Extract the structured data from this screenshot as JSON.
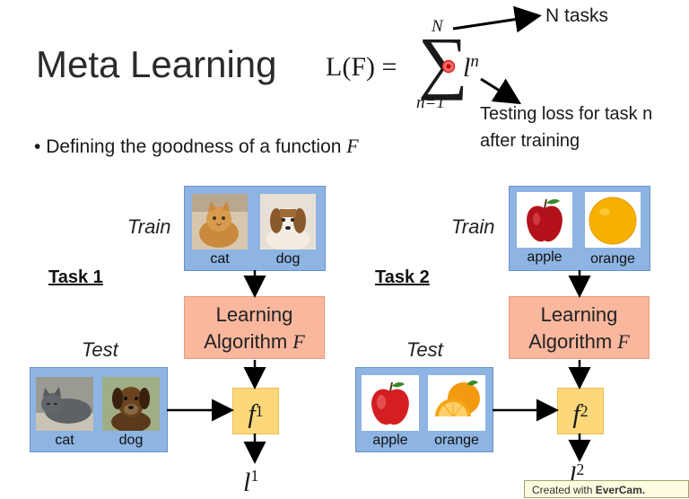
{
  "slide": {
    "title": "Meta Learning",
    "formula": {
      "lhs": "L(F) =",
      "sigma": "∑",
      "upper": "N",
      "lower": "n=1",
      "term_base": "l",
      "term_sup": "n"
    },
    "annotations": {
      "n_tasks": "N tasks",
      "testing_loss_line1": "Testing loss for task n",
      "testing_loss_line2": "after training"
    },
    "bullet": {
      "marker": "•",
      "text": "Defining the goodness of a function",
      "symbol": "F"
    }
  },
  "task1": {
    "label": "Task 1",
    "train_label": "Train",
    "test_label": "Test",
    "train_images": [
      {
        "caption": "cat",
        "icon": "cat-photo"
      },
      {
        "caption": "dog",
        "icon": "dog-photo"
      }
    ],
    "test_images": [
      {
        "caption": "cat",
        "icon": "cat-photo"
      },
      {
        "caption": "dog",
        "icon": "dog-photo"
      }
    ],
    "algorithm_line1": "Learning",
    "algorithm_line2": "Algorithm",
    "algorithm_symbol": "F",
    "function_base": "f",
    "function_sup": "1",
    "loss_base": "l",
    "loss_sup": "1"
  },
  "task2": {
    "label": "Task 2",
    "train_label": "Train",
    "test_label": "Test",
    "train_images": [
      {
        "caption": "apple",
        "icon": "apple-photo"
      },
      {
        "caption": "orange",
        "icon": "orange-photo"
      }
    ],
    "test_images": [
      {
        "caption": "apple",
        "icon": "apple-photo"
      },
      {
        "caption": "orange",
        "icon": "orange-slices-photo"
      }
    ],
    "algorithm_line1": "Learning",
    "algorithm_line2": "Algorithm",
    "algorithm_symbol": "F",
    "function_base": "f",
    "function_sup": "2",
    "loss_base": "l",
    "loss_sup": "2"
  },
  "watermark": {
    "prefix": "Created with",
    "brand": "EverCam."
  },
  "colors": {
    "image_box": "#8db4e2",
    "algorithm_box": "#f9b79d",
    "function_box": "#fdd87a",
    "pointer_dot": "#e02020"
  }
}
